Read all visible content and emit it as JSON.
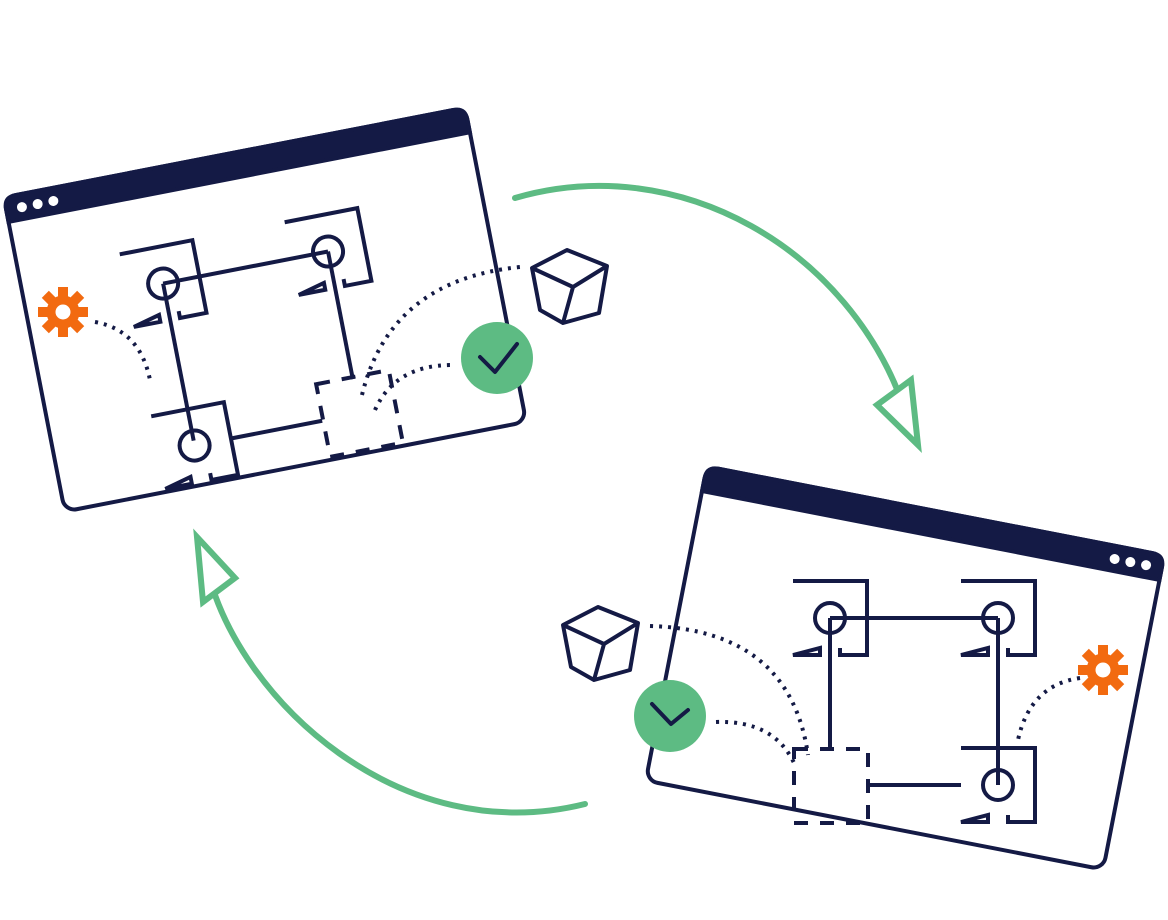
{
  "colors": {
    "navy": "#141a45",
    "green": "#5dbb83",
    "orange": "#f26a10",
    "background": "#ffffff"
  },
  "windows": [
    {
      "name": "window-left",
      "controls": "three-dots-left",
      "gear": "left",
      "missing_module": "bottom-right"
    },
    {
      "name": "window-right",
      "controls": "three-dots-right",
      "gear": "right",
      "missing_module": "bottom-left"
    }
  ],
  "icons": [
    "gear-icon",
    "cube-icon",
    "check-circle-icon",
    "cycle-arrow-icon"
  ]
}
